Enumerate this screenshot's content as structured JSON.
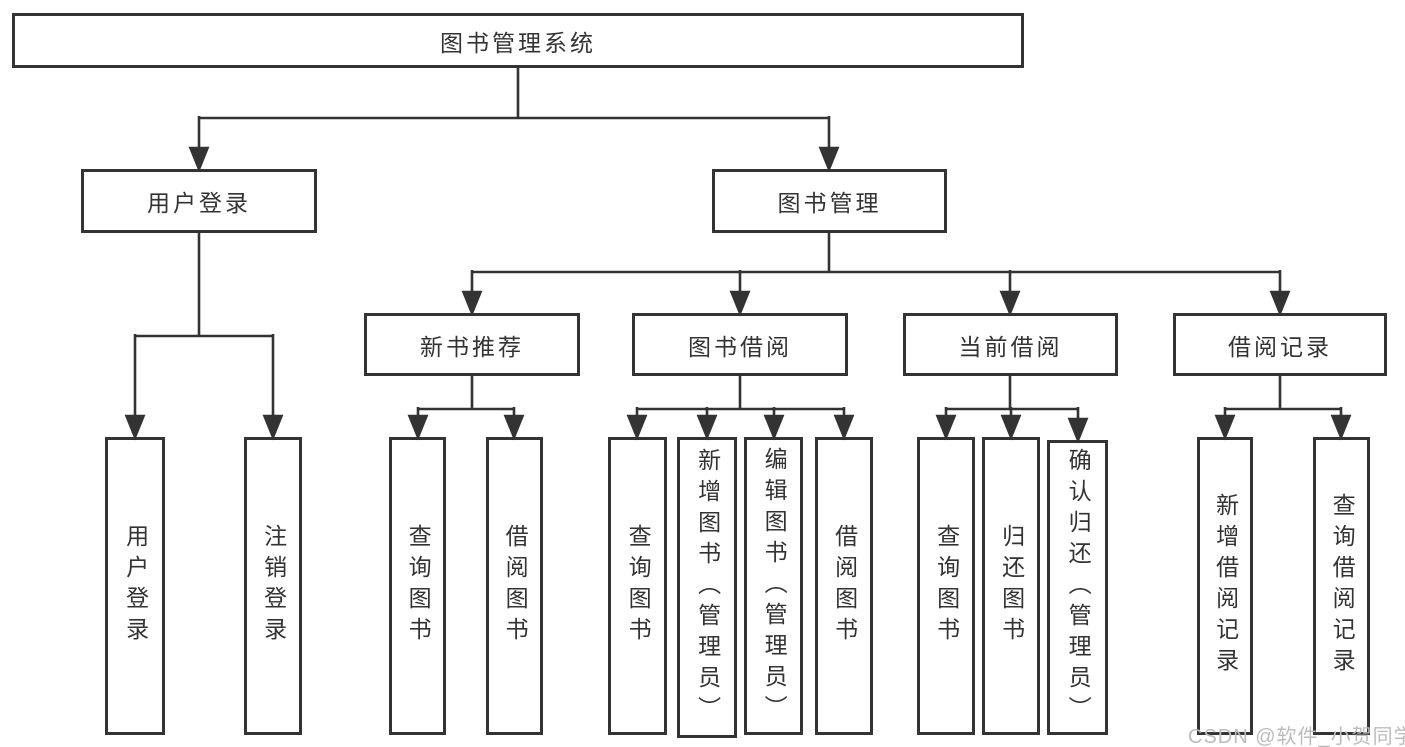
{
  "diagram": {
    "title": "图书管理系统",
    "level2": {
      "user_login": "用户登录",
      "book_mgmt": "图书管理"
    },
    "level3": {
      "new_books": "新书推荐",
      "book_borrow": "图书借阅",
      "current_borrow": "当前借阅",
      "borrow_records": "借阅记录"
    },
    "leaves": {
      "user_login": [
        "用户登录",
        "注销登录"
      ],
      "new_books": [
        "查询图书",
        "借阅图书"
      ],
      "book_borrow": [
        "查询图书",
        "新增图书（管理员）",
        "编辑图书（管理员）",
        "借阅图书"
      ],
      "current_borrow": [
        "查询图书",
        "归还图书",
        "确认归还（管理员）"
      ],
      "borrow_records": [
        "新增借阅记录",
        "查询借阅记录"
      ]
    },
    "colors": {
      "line": "#333333",
      "text": "#333333",
      "background": "#ffffff"
    }
  },
  "watermark": {
    "text": "CSDN @软件_小贺同学",
    "color": "#bcbcbc"
  }
}
